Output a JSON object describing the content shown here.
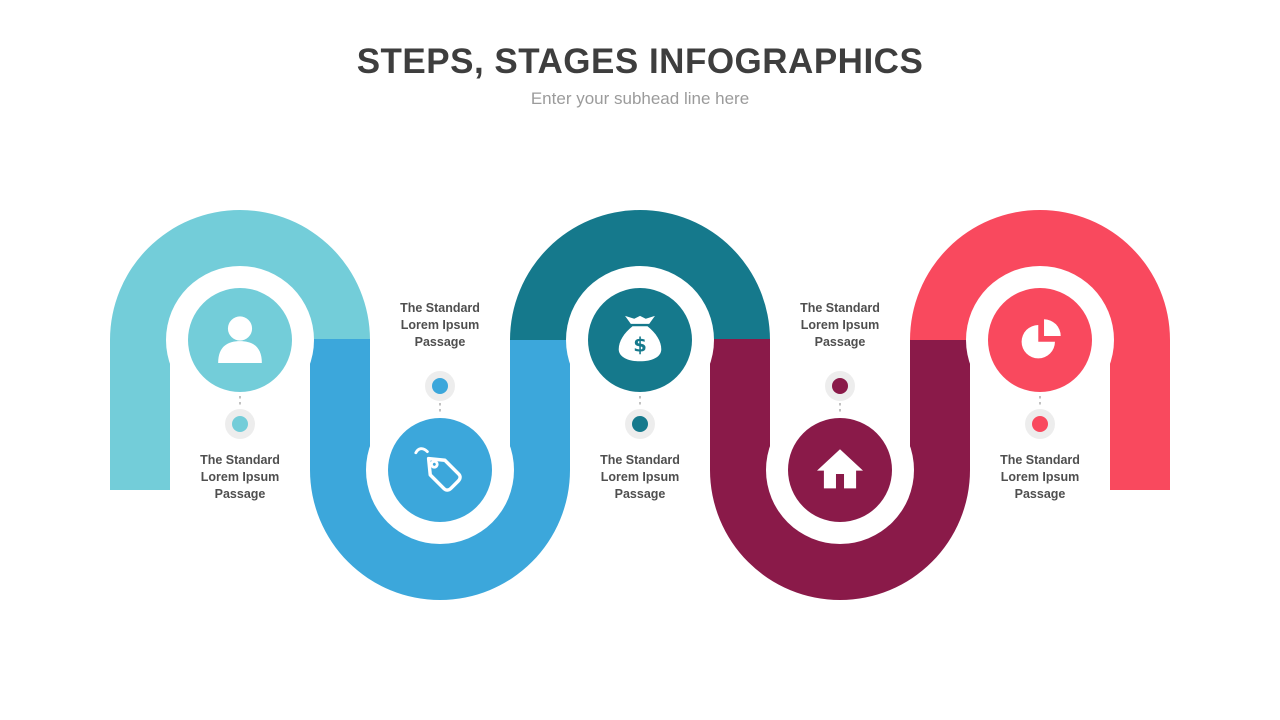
{
  "slide": {
    "title": "STEPS, STAGES INFOGRAPHICS",
    "subtitle": "Enter your subhead line here",
    "title_color": "#3E3E3E",
    "subtitle_color": "#9B9B9B",
    "background_color": "#FFFFFF"
  },
  "diagram": {
    "label_color": "#4F4F4F",
    "halo_color": "#EDEDED",
    "connector_color": "#ADADAD",
    "icon_glyph_color": "#FFFFFF",
    "steps": [
      {
        "icon": "person-icon",
        "orientation": "up",
        "color": "#73CDD9",
        "label_lines": [
          "The Standard",
          "Lorem Ipsum",
          "Passage"
        ]
      },
      {
        "icon": "price-tag-icon",
        "orientation": "down",
        "color": "#3CA7DB",
        "label_lines": [
          "The Standard",
          "Lorem Ipsum",
          "Passage"
        ]
      },
      {
        "icon": "money-bag-icon",
        "orientation": "up",
        "color": "#15798C",
        "label_lines": [
          "The Standard",
          "Lorem Ipsum",
          "Passage"
        ]
      },
      {
        "icon": "home-icon",
        "orientation": "down",
        "color": "#8A1A49",
        "label_lines": [
          "The Standard",
          "Lorem Ipsum",
          "Passage"
        ]
      },
      {
        "icon": "pie-chart-icon",
        "orientation": "up",
        "color": "#F9495E",
        "label_lines": [
          "The Standard",
          "Lorem Ipsum",
          "Passage"
        ]
      }
    ]
  }
}
